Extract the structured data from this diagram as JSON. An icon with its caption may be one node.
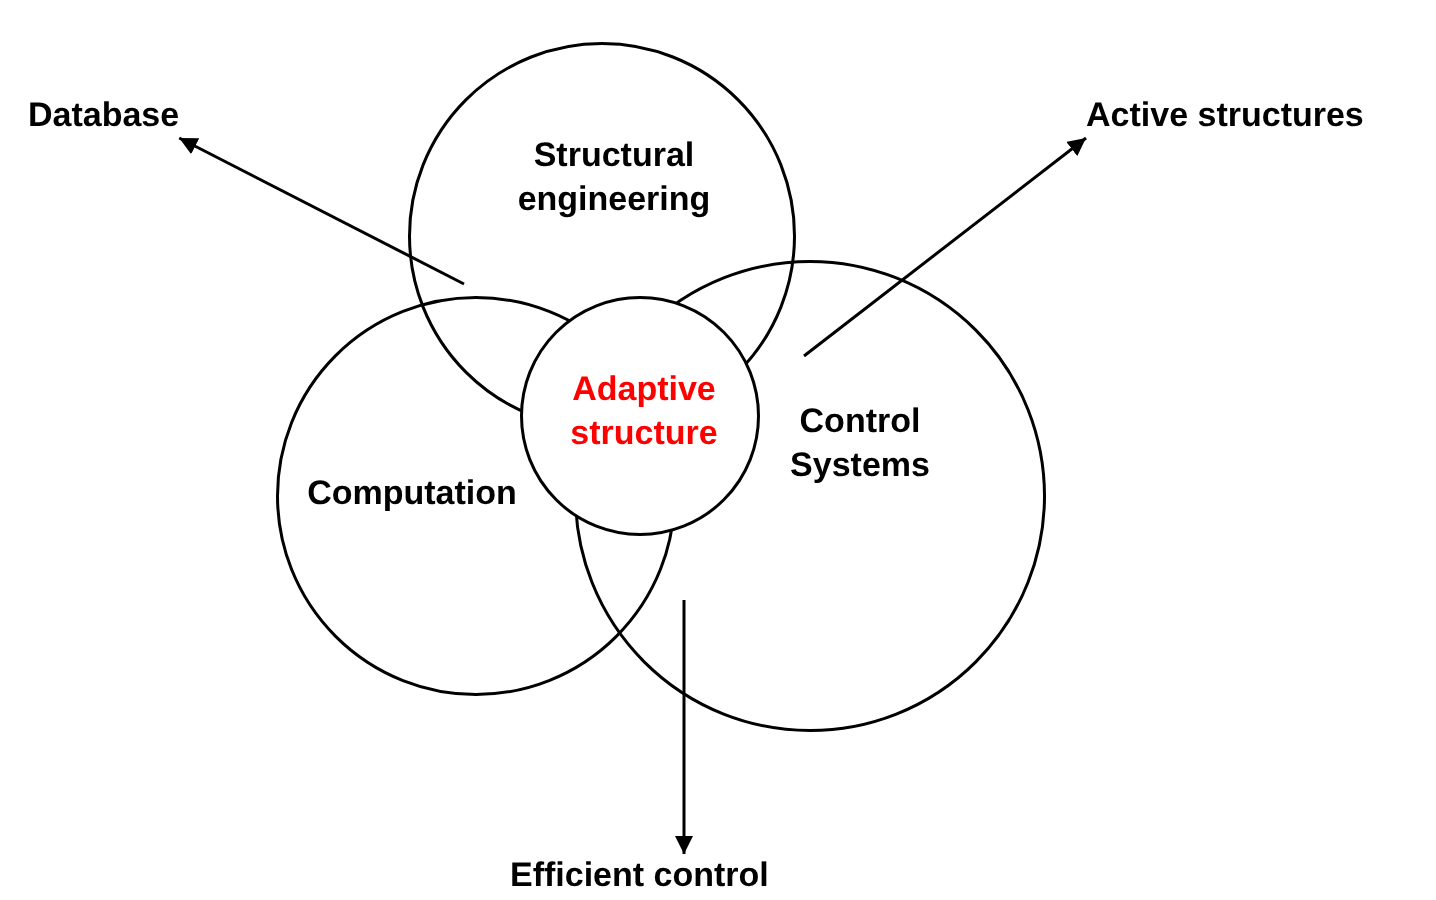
{
  "diagram": {
    "nodes": [
      {
        "text": [
          "Database"
        ]
      },
      {
        "text": [
          "Structural engineering"
        ]
      },
      {
        "text": [
          "Active structures"
        ]
      },
      {
        "text": [
          "Adaptive structure"
        ]
      },
      {
        "text": [
          "Computation"
        ]
      },
      {
        "text": [
          "Control Systems"
        ]
      },
      {
        "text": [
          "Efficient control"
        ]
      }
    ],
    "edges": [
      {
        "from": 1,
        "to": 0,
        "arrow": "to"
      },
      {
        "from": 5,
        "to": 2,
        "arrow": "to"
      },
      {
        "from": 5,
        "to": 6,
        "arrow": "to"
      }
    ]
  }
}
